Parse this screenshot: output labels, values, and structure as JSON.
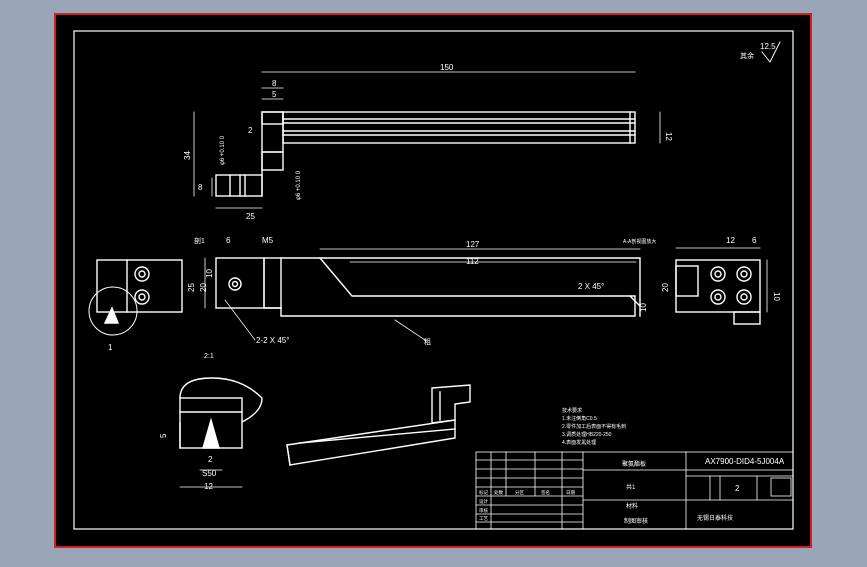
{
  "drawing": {
    "drawing_number": "AX7900-DID4-5J004A",
    "surface_note": "其余",
    "roughness": "12.5",
    "detail_label": "1",
    "detail_scale": "2:1",
    "section_marker": "剖1",
    "dim_150": "150",
    "dim_8a": "8",
    "dim_5": "5",
    "dim_2": "2",
    "dim_12a": "12",
    "dim_34": "34",
    "dim_8b": "8",
    "dim_25a": "25",
    "tol_phi10a": "φ6 +0.10 0",
    "tol_phi10b": "φ6 +0.10 0",
    "dim_6a": "6",
    "dim_m5": "M5",
    "dim_10a": "10",
    "dim_20a": "20",
    "dim_25b": "25",
    "dim_127": "127",
    "dim_112": "112",
    "chamfer_a": "2 X 45°",
    "chamfer_b": "2-2 X 45°",
    "dim_10b": "10",
    "leader_label": "粗",
    "view_note": "A-A剖视图放大",
    "dim_12b": "12",
    "dim_6b": "6",
    "dim_20b": "20",
    "dim_10c": "10",
    "detail_dim_5": "5",
    "detail_dim_2": "2",
    "detail_dim_s50": "S50",
    "detail_dim_12": "12",
    "tech_req": [
      "技术要求",
      "1.未注倒角C0.5",
      "2.零件加工后表面不得有毛刺",
      "3.调质处理HB220-250",
      "4.表面发黑处理"
    ],
    "title_block": {
      "material": "聚氨酯板",
      "qty": "2",
      "name": "无锡日泰科技",
      "label_a": "共1",
      "label_b": "材料",
      "label_c": "制图审核",
      "hdr1": "标记",
      "hdr2": "处数",
      "hdr3": "分区",
      "hdr4": "签名",
      "hdr5": "日期",
      "row1": "设计",
      "row2": "审核",
      "row3": "工艺"
    }
  }
}
